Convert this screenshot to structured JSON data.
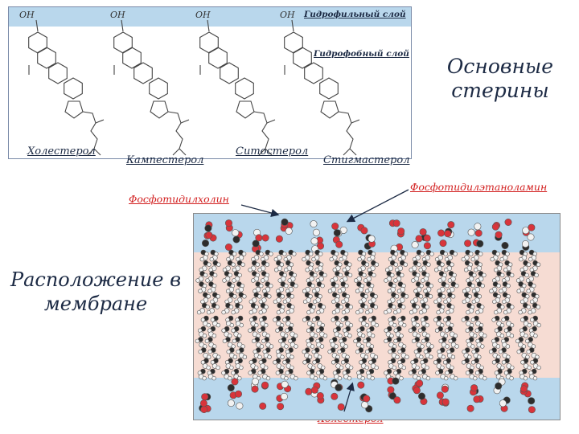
{
  "top_panel": {
    "hydrophilic_label": "Гидрофильный слой",
    "hydrophobic_label": "Гидрофобный слой",
    "oh_label": "OH",
    "sterol_names": [
      "Холестерол",
      "Кампестерол",
      "Ситостерол",
      "Стигмастерол"
    ]
  },
  "headings": {
    "sterols": "Основные стерины",
    "membrane": "Расположение в мембране"
  },
  "membrane_labels": {
    "phosphatidylcholine": "Фосфотидилхолин",
    "phosphatidylethanolamine": "Фосфотидилэтаноламин",
    "cholesterol": "Холестерол"
  },
  "colors": {
    "hydrophilic_band": "#b9d7ec",
    "hydrophobic_core": "#f6dcd3",
    "text_dark": "#1c2a44",
    "label_red": "#d21e1e",
    "atom_oxygen": "#d8343b",
    "atom_carbon": "#2d2d2d",
    "atom_hydrogen": "#f2f2f2"
  }
}
